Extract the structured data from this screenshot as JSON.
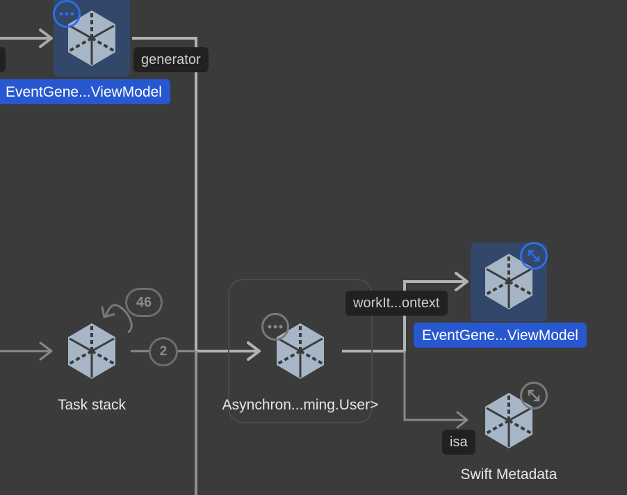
{
  "nodes": {
    "top_viewmodel": {
      "label": "EventGene...ViewModel",
      "icon": "object-cube-icon",
      "selected": true,
      "badge_icon": "more-icon"
    },
    "task_stack": {
      "label": "Task stack",
      "icon": "object-cube-icon",
      "recursive_count": "46",
      "edge_count": "2"
    },
    "async_stream": {
      "label": "Asynchron...ming.User>",
      "icon": "object-cube-icon",
      "badge_icon": "more-icon"
    },
    "right_viewmodel": {
      "label": "EventGene...ViewModel",
      "icon": "object-cube-icon",
      "selected": true,
      "badge_icon": "expand-icon"
    },
    "swift_metadata": {
      "label": "Swift Metadata",
      "icon": "object-cube-icon",
      "badge_icon": "expand-icon"
    }
  },
  "edges": {
    "generator": "generator",
    "workitem_context": "workIt...ontext",
    "isa": "isa"
  },
  "colors": {
    "background": "#3b3b3b",
    "edge": "#a9a9a9",
    "edge_dim": "#8a8a8a",
    "icon": "#a6b6c7",
    "selection_fill": "#33476b",
    "accent": "#2858d0",
    "badge_blue": "#2f6ee6"
  }
}
